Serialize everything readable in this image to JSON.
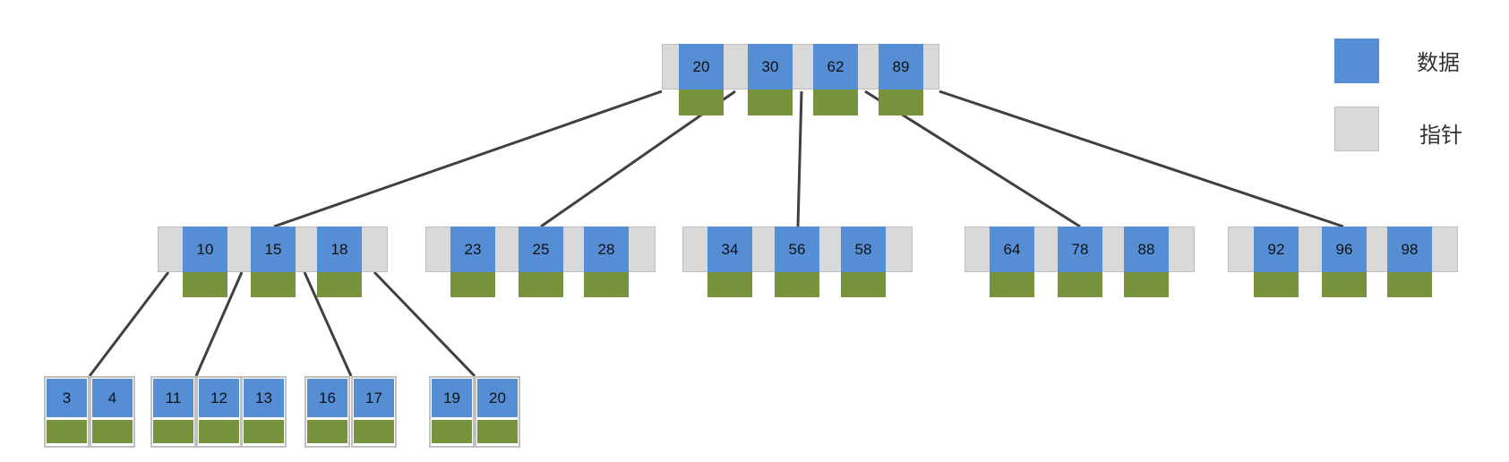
{
  "colors": {
    "data": "#558ed5",
    "pointer": "#d9d9d9",
    "payload": "#77933c",
    "edge": "#404040"
  },
  "legend": [
    {
      "label": "数据",
      "color": "#558ed5"
    },
    {
      "label": "指针",
      "color": "#d9d9d9"
    }
  ],
  "tree": {
    "root": {
      "id": "root",
      "keys": [
        "20",
        "30",
        "62",
        "89"
      ]
    },
    "level1": [
      {
        "id": "n1",
        "keys": [
          "10",
          "15",
          "18"
        ]
      },
      {
        "id": "n2",
        "keys": [
          "23",
          "25",
          "28"
        ]
      },
      {
        "id": "n3",
        "keys": [
          "34",
          "56",
          "58"
        ]
      },
      {
        "id": "n4",
        "keys": [
          "64",
          "78",
          "88"
        ]
      },
      {
        "id": "n5",
        "keys": [
          "92",
          "96",
          "98"
        ]
      }
    ],
    "leaves": [
      {
        "id": "l1",
        "keys": [
          "3",
          "4"
        ]
      },
      {
        "id": "l2",
        "keys": [
          "11",
          "12",
          "13"
        ]
      },
      {
        "id": "l3",
        "keys": [
          "16",
          "17"
        ]
      },
      {
        "id": "l4",
        "keys": [
          "19",
          "20"
        ]
      }
    ]
  }
}
